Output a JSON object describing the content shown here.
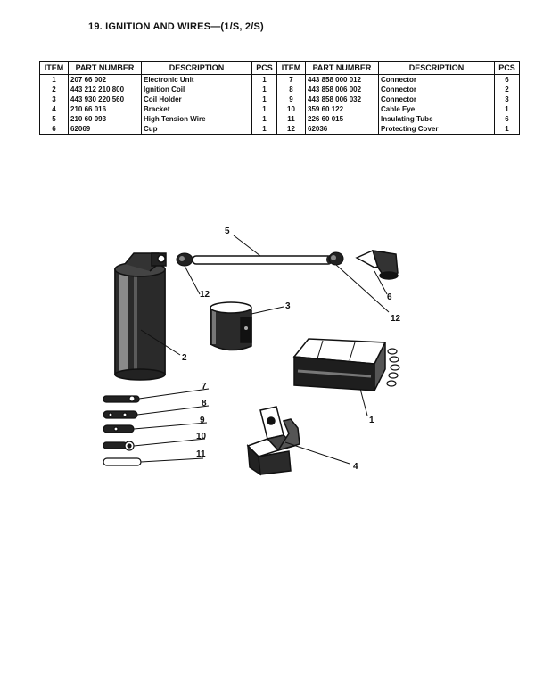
{
  "title": "19.  IGNITION AND WIRES—(1/S, 2/S)",
  "table": {
    "headers": [
      "ITEM",
      "PART NUMBER",
      "DESCRIPTION",
      "PCS",
      "ITEM",
      "PART NUMBER",
      "DESCRIPTION",
      "PCS"
    ],
    "rows": [
      [
        "1",
        "207 66 002",
        "Electronic Unit",
        "1",
        "7",
        "443 858 000 012",
        "Connector",
        "6"
      ],
      [
        "2",
        "443 212 210 800",
        "Ignition Coil",
        "1",
        "8",
        "443 858 006 002",
        "Connector",
        "2"
      ],
      [
        "3",
        "443 930 220 560",
        "Coil Holder",
        "1",
        "9",
        "443 858 006 032",
        "Connector",
        "3"
      ],
      [
        "4",
        "210 66 016",
        "Bracket",
        "1",
        "10",
        "359 60 122",
        "Cable Eye",
        "1"
      ],
      [
        "5",
        "210 60 093",
        "High Tension Wire",
        "1",
        "11",
        "226 60 015",
        "Insulating Tube",
        "6"
      ],
      [
        "6",
        "62069",
        "Cup",
        "1",
        "12",
        "62036",
        "Protecting Cover",
        "1"
      ]
    ]
  },
  "diagram": {
    "callouts": {
      "c1": "1",
      "c2": "2",
      "c3": "3",
      "c4": "4",
      "c5": "5",
      "c6": "6",
      "c7": "7",
      "c8": "8",
      "c9": "9",
      "c10": "10",
      "c11": "11",
      "c12a": "12",
      "c12b": "12"
    }
  }
}
